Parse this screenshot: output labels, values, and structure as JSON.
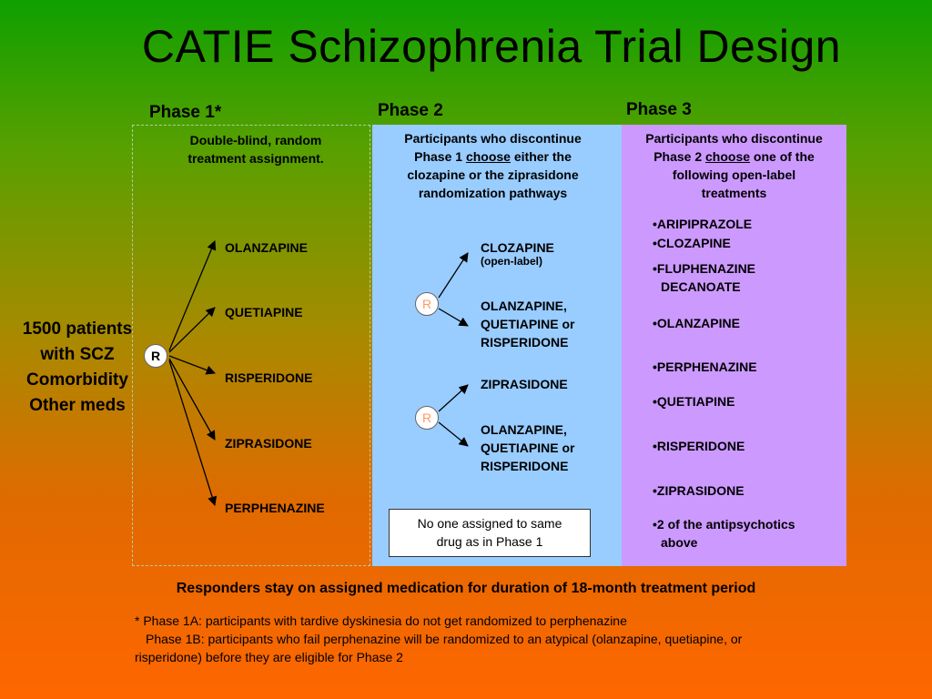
{
  "title": "CATIE Schizophrenia Trial Design",
  "phase1": {
    "label": "Phase 1*",
    "description_lines": [
      "Double-blind, random",
      "treatment assignment."
    ],
    "random_node": "R",
    "drugs": [
      "OLANZAPINE",
      "QUETIAPINE",
      "RISPERIDONE",
      "ZIPRASIDONE",
      "PERPHENAZINE"
    ]
  },
  "patients": {
    "lines": [
      "1500 patients",
      "with SCZ",
      "Comorbidity",
      "Other meds"
    ]
  },
  "phase2": {
    "label": "Phase 2",
    "description": {
      "line1": "Participants who discontinue",
      "line2_pre": "Phase 1 ",
      "line2_choose": "choose",
      "line2_post": " either the",
      "line3": "clozapine or the ziprasidone",
      "line4": "randomization pathways"
    },
    "pathways": [
      {
        "node": "R",
        "option_a": {
          "line1": "CLOZAPINE",
          "line2": "(open-label)"
        },
        "option_b": [
          "OLANZAPINE,",
          "QUETIAPINE or",
          "RISPERIDONE"
        ]
      },
      {
        "node": "R",
        "option_a": {
          "line1": "ZIPRASIDONE",
          "line2": ""
        },
        "option_b": [
          "OLANZAPINE,",
          "QUETIAPINE or",
          "RISPERIDONE"
        ]
      }
    ],
    "note": [
      "No one assigned to same",
      "drug as in Phase 1"
    ]
  },
  "phase3": {
    "label": "Phase 3",
    "description": {
      "line1": "Participants who discontinue",
      "line2_pre": "Phase 2 ",
      "line2_choose": "choose",
      "line2_post": " one of the",
      "line3": "following open-label",
      "line4": "treatments"
    },
    "drugs": [
      {
        "line1": "•ARIPIPRAZOLE",
        "line2": ""
      },
      {
        "line1": "•CLOZAPINE",
        "line2": ""
      },
      {
        "line1": "•FLUPHENAZINE",
        "line2": "DECANOATE"
      },
      {
        "line1": "•OLANZAPINE",
        "line2": ""
      },
      {
        "line1": "•PERPHENAZINE",
        "line2": ""
      },
      {
        "line1": "•QUETIAPINE",
        "line2": ""
      },
      {
        "line1": "•RISPERIDONE",
        "line2": ""
      },
      {
        "line1": "•ZIPRASIDONE",
        "line2": ""
      },
      {
        "line1": "•2 of the antipsychotics",
        "line2": "above"
      }
    ]
  },
  "footer": {
    "main": "Responders stay on assigned medication for duration of 18-month treatment period",
    "footnote_lines": [
      "* Phase 1A: participants with tardive dyskinesia do not get randomized to perphenazine",
      "Phase 1B: participants who fail perphenazine will be randomized to an atypical (olanzapine, quetiapine, or",
      "risperidone) before they are eligible for Phase 2"
    ]
  },
  "colors": {
    "gradient_top": "#0fa000",
    "gradient_bottom": "#ff6600",
    "phase2_bg": "#99ccff",
    "phase3_bg": "#cc99ff"
  }
}
